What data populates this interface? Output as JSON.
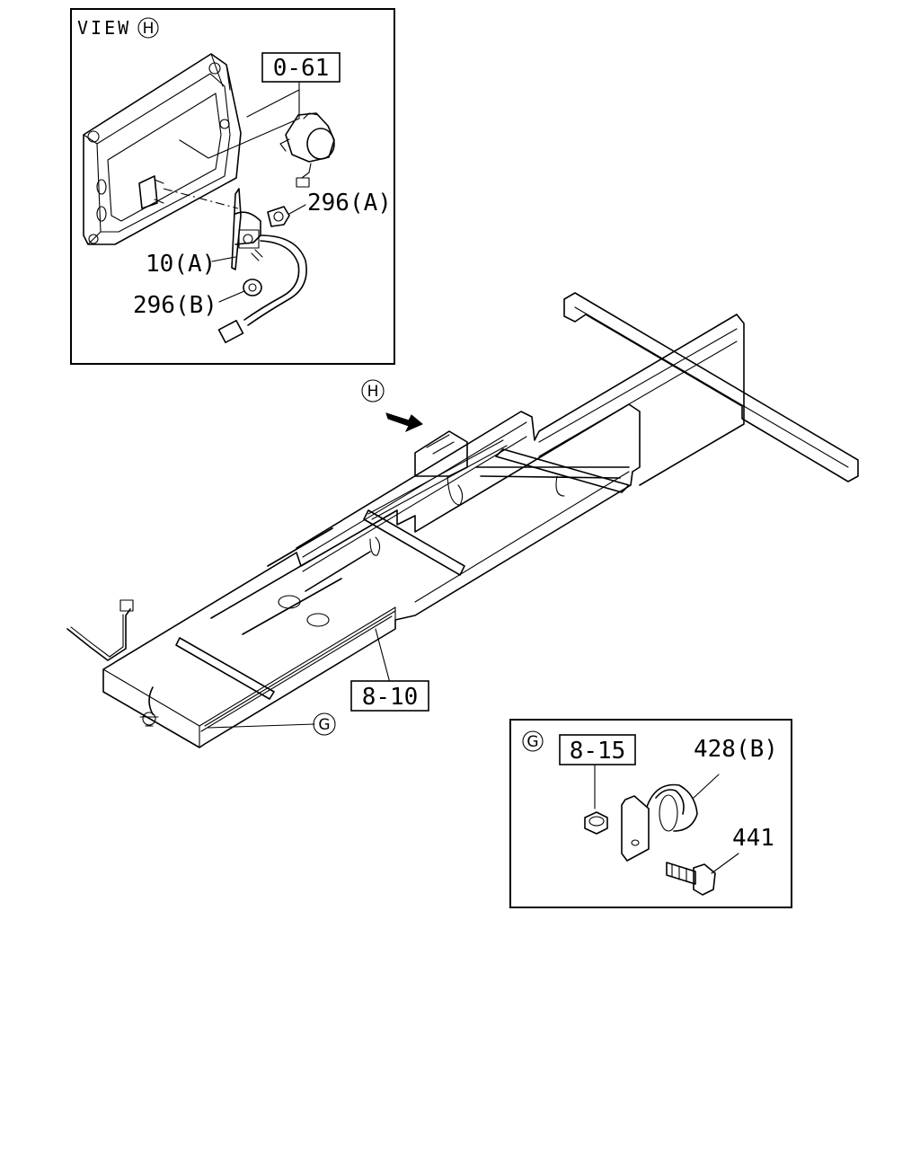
{
  "view_h": {
    "title": "VIEW",
    "marker": "H",
    "ref_box": "0-61",
    "callouts": {
      "p296a": "296(A)",
      "p10a": "10(A)",
      "p296b": "296(B)"
    }
  },
  "main": {
    "marker_h": "H",
    "ref_box": "8-10",
    "marker_g": "G"
  },
  "detail_g": {
    "marker": "G",
    "ref_box": "8-15",
    "callouts": {
      "p428b": "428(B)",
      "p441": "441"
    }
  }
}
